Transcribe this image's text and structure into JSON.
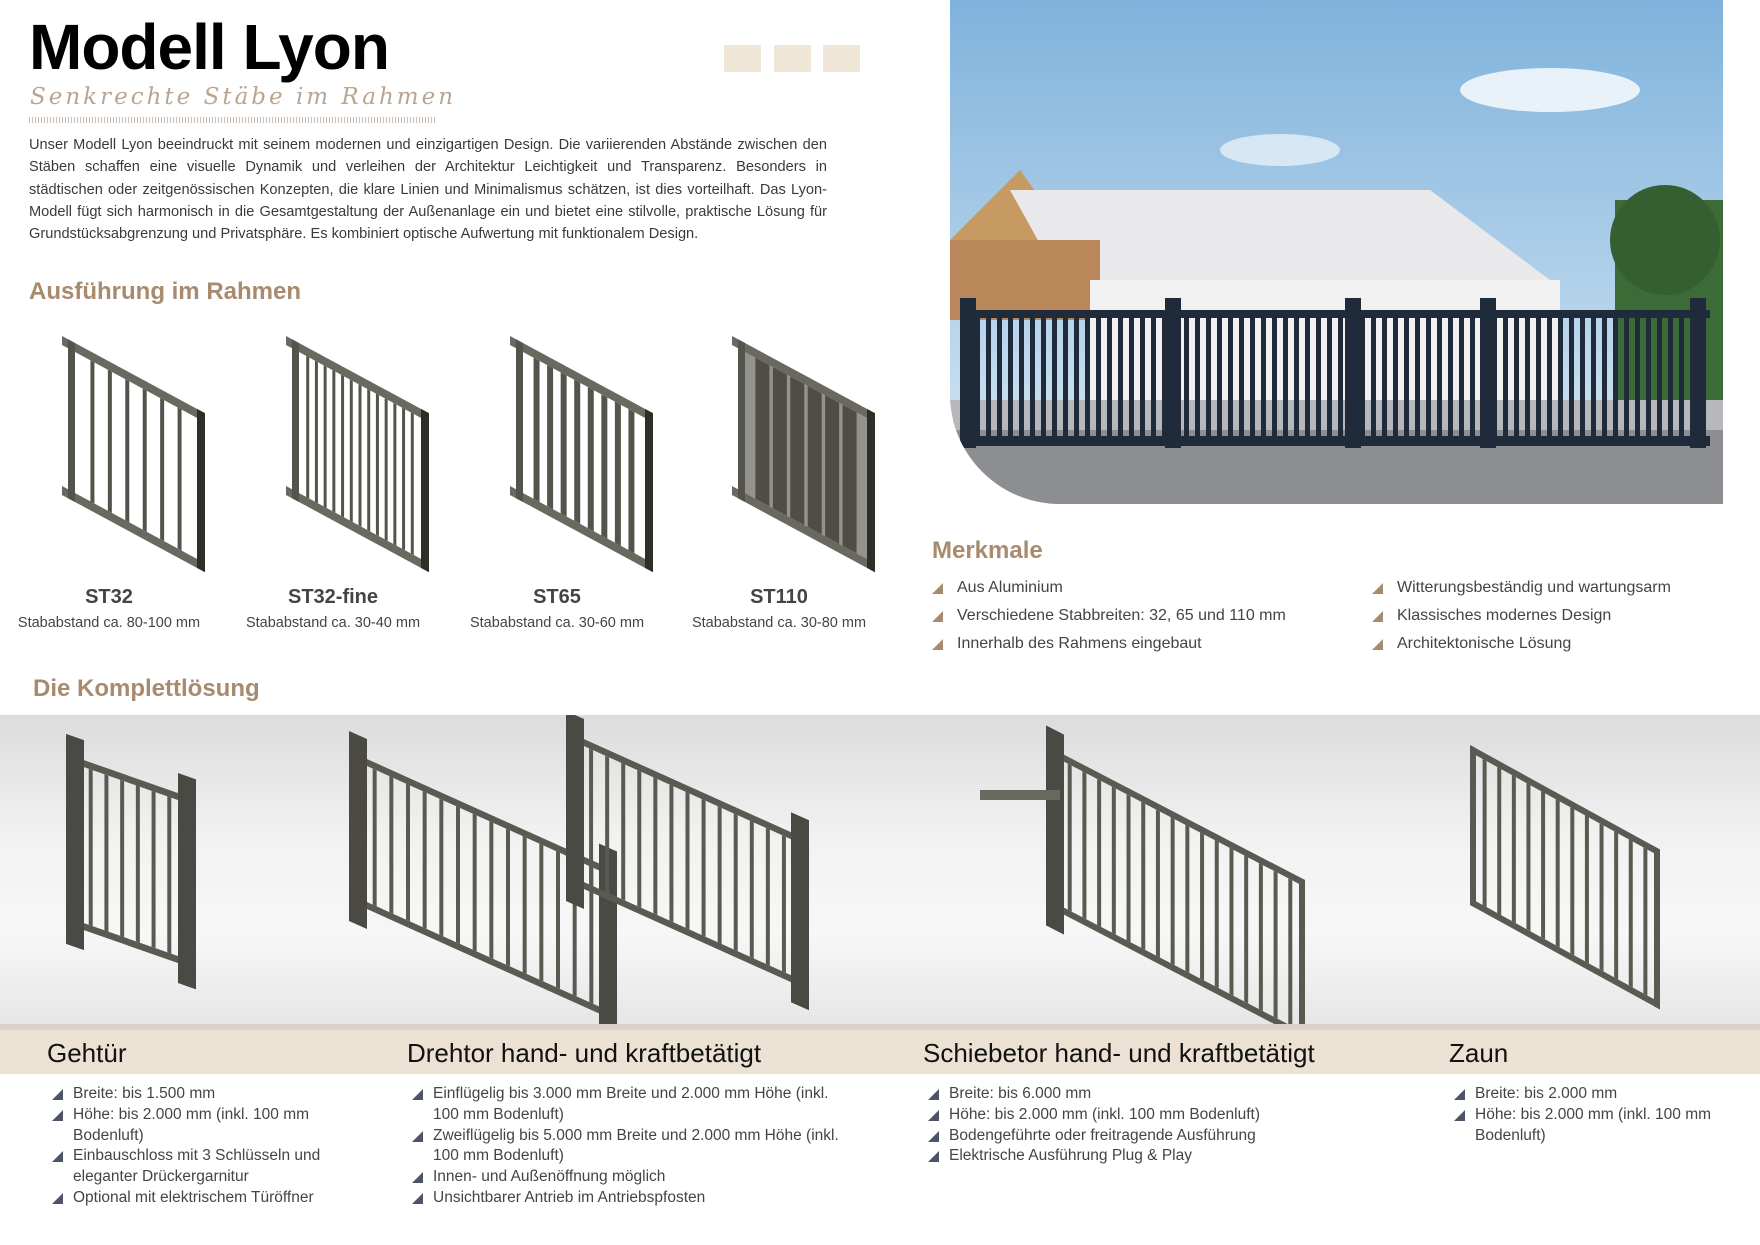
{
  "header": {
    "title": "Modell Lyon",
    "subtitle": "Senkrechte Stäbe im Rahmen"
  },
  "intro": "Unser Modell Lyon beeindruckt mit seinem modernen und einzigartigen Design. Die variierenden Abstände zwischen den Stäben schaffen eine visuelle Dynamik und verleihen der Architektur Leichtigkeit und Transparenz. Besonders in städtischen oder zeitgenössischen Konzepten, die klare Linien und Minimalismus schätzen, ist dies vorteilhaft. Das Lyon-Modell fügt sich harmonisch in die Gesamtgestaltung der Außenanlage ein und bietet eine stilvolle, praktische Lösung für Grundstücksabgrenzung und Privatsphäre. Es kombiniert optische Aufwertung mit funktionalem Design.",
  "colors": {
    "accent": "#a88b6e",
    "swatch": "#efe6d8",
    "frame": "#55544c",
    "bullet": "#4e5468"
  },
  "ausfuehrung": {
    "heading": "Ausführung im Rahmen",
    "variants": [
      {
        "name": "ST32",
        "spacing": "Stababstand  ca. 80-100 mm"
      },
      {
        "name": "ST32-fine",
        "spacing": "Stababstand ca. 30-40 mm"
      },
      {
        "name": "ST65",
        "spacing": "Stababstand ca. 30-60 mm"
      },
      {
        "name": "ST110",
        "spacing": "Stababstand ca. 30-80 mm"
      }
    ]
  },
  "merkmale": {
    "heading": "Merkmale",
    "items": [
      "Aus Aluminium",
      "Verschiedene Stabbreiten: 32, 65 und 110 mm",
      "Innerhalb des Rahmens eingebaut",
      "Witterungsbeständig und wartungsarm",
      "Klassisches modernes Design",
      "Architektonische Lösung"
    ]
  },
  "komplett": {
    "heading": "Die Komplettlösung",
    "products": [
      {
        "title": "Gehtür",
        "items": [
          "Breite: bis 1.500 mm",
          "Höhe: bis 2.000 mm (inkl. 100 mm Bodenluft)",
          "Einbauschloss mit 3 Schlüsseln und eleganter Drückergarnitur",
          "Optional mit elektrischem Türöffner"
        ]
      },
      {
        "title": "Drehtor hand- und kraftbetätigt",
        "items": [
          "Einflügelig bis 3.000 mm Breite und 2.000 mm Höhe (inkl. 100 mm Bodenluft)",
          "Zweiflügelig bis 5.000 mm Breite und 2.000 mm Höhe (inkl. 100 mm Bodenluft)",
          "Innen- und Außenöffnung möglich",
          "Unsichtbarer Antrieb im Antriebspfosten"
        ]
      },
      {
        "title": "Schiebetor hand- und kraftbetätigt",
        "items": [
          "Breite: bis 6.000 mm",
          "Höhe: bis 2.000 mm (inkl. 100 mm Bodenluft)",
          "Bodengeführte oder freitragende Ausführung",
          "Elektrische Ausführung Plug & Play"
        ]
      },
      {
        "title": "Zaun",
        "items": [
          "Breite: bis 2.000 mm",
          "Höhe: bis 2.000 mm (inkl. 100 mm Bodenluft)"
        ]
      }
    ]
  }
}
